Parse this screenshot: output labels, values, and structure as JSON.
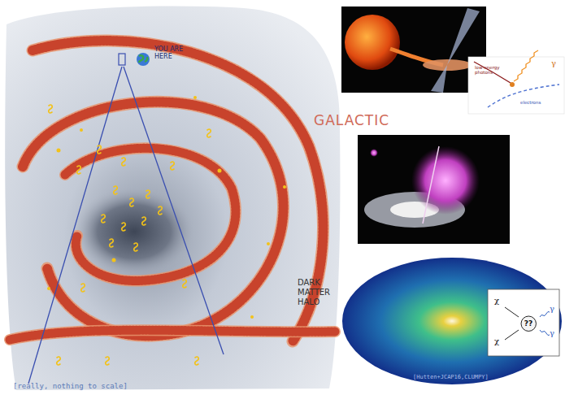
{
  "diagram": {
    "nodes": [
      {
        "text": [
          "??"
        ]
      }
    ],
    "labels": [
      "YOU ARE HERE",
      "GALACTIC",
      "DARK MATTER HALO",
      "[really, nothing to scale]",
      "[Hutten+JCAP16,CLUMPY]",
      "low-energy photons",
      "electrons",
      "γ",
      "χ",
      "χ",
      "γ",
      "γ"
    ]
  }
}
